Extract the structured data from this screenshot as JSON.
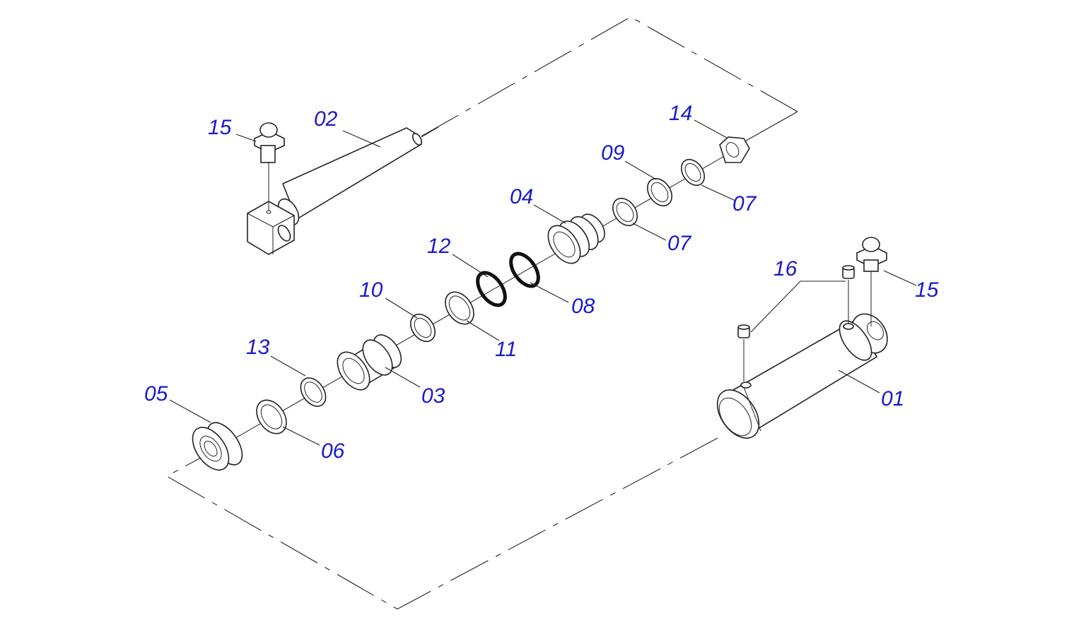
{
  "labels": {
    "p01": "01",
    "p02": "02",
    "p03": "03",
    "p04": "04",
    "p05": "05",
    "p06": "06",
    "p07a": "07",
    "p07b": "07",
    "p08": "08",
    "p09": "09",
    "p10": "10",
    "p11": "11",
    "p12": "12",
    "p13": "13",
    "p14": "14",
    "p15a": "15",
    "p15b": "15",
    "p16": "16"
  },
  "colors": {
    "label": "#1a1ac8",
    "line": "#222222",
    "background": "#ffffff"
  }
}
